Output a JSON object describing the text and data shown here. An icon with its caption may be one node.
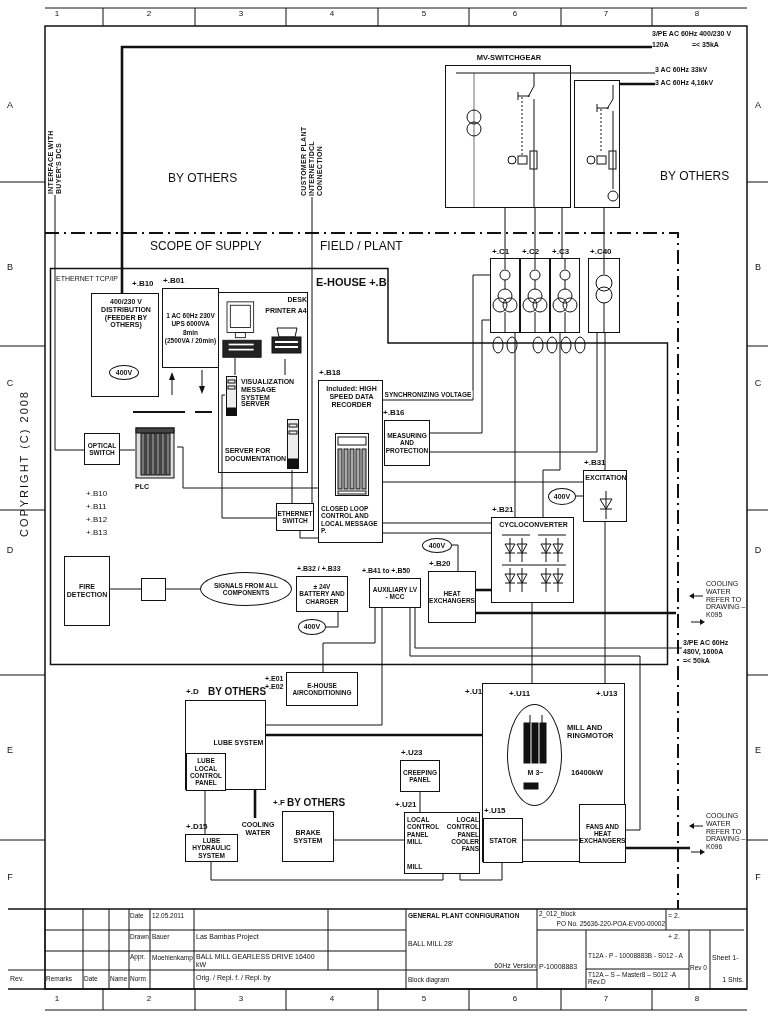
{
  "diagram": {
    "nodes": [
      {
        "text": [
          "MV-SWITCHGEAR"
        ]
      },
      {
        "text": [],
        "shape": "box"
      },
      {
        "text": [
          "+.C1"
        ]
      },
      {
        "text": [
          "+.C2"
        ]
      },
      {
        "text": [
          "+.C3"
        ]
      },
      {
        "text": [
          "+.C40"
        ]
      },
      {
        "text": [
          "E-HOUSE +.B"
        ]
      },
      {
        "text": [
          "DESK"
        ],
        "in": 6
      },
      {
        "text": [
          "+.B01",
          "1 AC 60Hz 230V",
          "UPS 6000VA",
          "8min",
          "(2500VA / 20min)"
        ],
        "in": 6
      },
      {
        "text": [
          "+.B10",
          "400/230 V DISTRIBUTION (FEEDER BY OTHERS)"
        ],
        "in": 6
      },
      {
        "text": [
          "400V"
        ],
        "in": 9
      },
      {
        "text": [
          "OPTICAL SWITCH"
        ],
        "in": 6
      },
      {
        "text": [
          "PLC"
        ],
        "in": 6
      },
      {
        "text": [],
        "shape": "picture",
        "in": 7
      },
      {
        "text": [
          "VISUALIZATION MESSAGE SYSTEM",
          "SERVER"
        ],
        "in": 7
      },
      {
        "text": [
          "PRINTER A4"
        ],
        "in": 7
      },
      {
        "text": [
          "SERVER FOR DOCUMENTATION"
        ],
        "in": 7
      },
      {
        "text": [
          "ETHERNET SWITCH"
        ],
        "in": 6
      },
      {
        "text": [
          "+.B18",
          "Included: HIGH SPEED DATA RECORDER",
          "CLOSED LOOP CONTROL AND LOCAL MESSAGE P."
        ],
        "in": 6
      },
      {
        "text": [
          "+.B16",
          "MEASURING AND PROTECTION"
        ],
        "in": 6
      },
      {
        "text": [
          "+.B31",
          "EXCITATION"
        ],
        "in": 6
      },
      {
        "text": [
          "400V"
        ],
        "in": 6
      },
      {
        "text": [
          "+.B21",
          "CYCLOCONVERTER"
        ],
        "in": 6
      },
      {
        "text": [
          "400V"
        ],
        "in": 6
      },
      {
        "text": [
          "+.B20",
          "HEAT EXCHANGERS"
        ],
        "in": 6
      },
      {
        "text": [
          "+.B41 to +.B50",
          "AUXILIARY LV - MCC"
        ],
        "in": 6
      },
      {
        "text": [
          "+.B32 / +.B33",
          "± 24V BATTERY AND CHARGER"
        ],
        "in": 6
      },
      {
        "text": [
          "400V"
        ],
        "in": 6
      },
      {
        "text": [
          "SIGNALS FROM ALL COMPONENTS"
        ],
        "in": 6
      },
      {
        "text": [],
        "shape": "box",
        "in": 6
      },
      {
        "text": [
          "FIRE DETECTION"
        ],
        "in": 6
      },
      {
        "text": [
          "+.E01 +.E02",
          "E-HOUSE AIRCONDITIONING"
        ]
      },
      {
        "text": [
          "+.D",
          "BY OTHERS",
          "LUBE SYSTEM"
        ]
      },
      {
        "text": [
          "LUBE LOCAL CONTROL PANEL"
        ],
        "in": 32
      },
      {
        "text": [
          "+.D15",
          "LUBE HYDRAULIC SYSTEM"
        ]
      },
      {
        "text": [
          "COOLING WATER"
        ]
      },
      {
        "text": [
          "+.F",
          "BY OTHERS",
          "BRAKE SYSTEM"
        ]
      },
      {
        "text": [
          "+.U23",
          "CREEPING PANEL"
        ]
      },
      {
        "text": [
          "+.U21",
          "LOCAL CONTROL PANEL MILL",
          "LOCAL CONTROL PANEL COOLER FANS",
          "MILL"
        ]
      },
      {
        "text": [
          "+.U1",
          "+.U11",
          "+.U13",
          "MILL AND RINGMOTOR",
          "16400kW"
        ]
      },
      {
        "text": [
          "M 3~"
        ],
        "in": 39
      },
      {
        "text": [
          "+.U15",
          "STATOR"
        ],
        "in": 39
      },
      {
        "text": [
          "FANS AND HEAT EXCHANGERS"
        ],
        "in": 39
      },
      {
        "text": [
          "INTERFACE WITH BUYER'S DCS"
        ]
      },
      {
        "text": [
          "CUSTOMER PLANT INTERNET/DCL CONNECTION"
        ]
      },
      {
        "text": [
          "3/PE AC 60Hz 400/230 V",
          "120A",
          "=< 35kA"
        ]
      },
      {
        "text": [
          "3 AC 60Hz 33kV"
        ]
      },
      {
        "text": [
          "3 AC 60Hz 4,16kV"
        ]
      },
      {
        "text": [
          "3/PE AC 60Hz",
          "480V, 1600A",
          "=< 50kA"
        ]
      }
    ],
    "edges": [
      {
        "from": 46,
        "to": 0,
        "arrow": "none"
      },
      {
        "from": 47,
        "to": 1,
        "arrow": "none",
        "style": "thick"
      },
      {
        "from": 9,
        "to": 45,
        "arrow": "none",
        "style": "thick"
      },
      {
        "from": 0,
        "to": 2,
        "arrow": "none"
      },
      {
        "from": 0,
        "to": 3,
        "arrow": "none"
      },
      {
        "from": 0,
        "to": 4,
        "arrow": "none"
      },
      {
        "from": 1,
        "to": 5,
        "arrow": "none"
      },
      {
        "from": 2,
        "to": 22,
        "arrow": "none"
      },
      {
        "from": 4,
        "to": 22,
        "arrow": "none"
      },
      {
        "from": 5,
        "to": 20,
        "arrow": "none"
      },
      {
        "from": 18,
        "to": 2,
        "arrow": "none",
        "label": "SYNCHRONIZING VOLTAGE"
      },
      {
        "from": 19,
        "to": 2,
        "arrow": "none"
      },
      {
        "from": 19,
        "to": 5,
        "arrow": "none"
      },
      {
        "from": 18,
        "to": 20,
        "arrow": "none"
      },
      {
        "from": 21,
        "to": 20,
        "arrow": "none"
      },
      {
        "from": 18,
        "to": 22,
        "arrow": "none"
      },
      {
        "from": 18,
        "to": 22,
        "arrow": "none"
      },
      {
        "from": 23,
        "to": 24,
        "arrow": "none"
      },
      {
        "from": 24,
        "to": 22,
        "arrow": "none",
        "style": "thick"
      },
      {
        "from": 24,
        "to": null,
        "arrow": "none",
        "style": "thick"
      },
      {
        "from": 25,
        "to": 48,
        "arrow": "none"
      },
      {
        "from": 25,
        "to": 31,
        "arrow": "none"
      },
      {
        "from": 25,
        "to": 32,
        "arrow": "none"
      },
      {
        "from": 25,
        "to": 42,
        "arrow": "none"
      },
      {
        "from": 27,
        "to": 26,
        "arrow": "none"
      },
      {
        "from": 29,
        "to": 28,
        "arrow": "none"
      },
      {
        "from": 30,
        "to": 29,
        "arrow": "none"
      },
      {
        "from": 11,
        "to": 12,
        "arrow": "none"
      },
      {
        "from": 12,
        "to": 18,
        "arrow": "none"
      },
      {
        "from": 14,
        "to": 17,
        "arrow": "none"
      },
      {
        "from": 16,
        "to": 17,
        "arrow": "none"
      },
      {
        "from": 17,
        "to": 18,
        "arrow": "none"
      },
      {
        "from": 15,
        "to": 14,
        "arrow": "none"
      },
      {
        "from": 13,
        "to": 14,
        "arrow": "none"
      },
      {
        "from": 11,
        "to": 43,
        "arrow": "none"
      },
      {
        "from": 17,
        "to": 44,
        "arrow": "none"
      },
      {
        "from": 32,
        "to": 39,
        "arrow": "none",
        "style": "thick"
      },
      {
        "from": 32,
        "to": 35,
        "arrow": "none",
        "style": "thick"
      },
      {
        "from": 33,
        "to": 34,
        "arrow": "none"
      },
      {
        "from": 36,
        "to": 38,
        "arrow": "none"
      },
      {
        "from": 37,
        "to": 38,
        "arrow": "none"
      },
      {
        "from": 41,
        "to": 42,
        "arrow": "none"
      },
      {
        "from": 42,
        "to": null,
        "arrow": "none",
        "style": "thick"
      },
      {
        "from": 22,
        "to": 39,
        "arrow": "none"
      },
      {
        "from": 20,
        "to": 39,
        "arrow": "none"
      },
      {
        "from": 34,
        "to": 38,
        "arrow": "none"
      },
      {
        "from": 38,
        "to": 41,
        "arrow": "none"
      }
    ],
    "labels": [
      "1",
      "2",
      "3",
      "4",
      "5",
      "6",
      "7",
      "8",
      "A",
      "B",
      "C",
      "D",
      "E",
      "F",
      "A",
      "B",
      "C",
      "D",
      "E",
      "F",
      "COPYRIGHT (C) 2008",
      "BY OTHERS",
      "BY OTHERS",
      "SCOPE OF SUPPLY",
      "FIELD / PLANT",
      "ETHERNET TCP/IP",
      "+.B10",
      "+.B11",
      "+.B12",
      "+.B13",
      "COOLING WATER REFER TO DRAWING – K095",
      "COOLING WATER REFER TO DRAWING – K096",
      "Date",
      "12.05.2011",
      "GENERAL PLANT CONFIGURATION",
      "2_012_block",
      "PO No. 25636-220-POA-EV00-00002",
      "= 2.",
      "Drawn",
      "Bauer",
      "Las Bambas Project",
      "+ 2.",
      "Appr.",
      "Moehlenkamp",
      "BALL MILL GEARLESS DRIVE 16400 kW",
      "BALL MILL 28'",
      "T12A - P - 10008883B - S012 - A",
      "60Hz Version",
      "P-10008883",
      "Rev 0",
      "Sheet 1-",
      "Rev.",
      "Remarks",
      "Date",
      "Name",
      "Norm",
      "Orig. / Repl. f. / Repl. by",
      "Block diagram",
      "T12A – S – Master8 – S012 -A Rev.D",
      "1 Shts.",
      "1",
      "2",
      "3",
      "4",
      "5",
      "6",
      "7",
      "8"
    ]
  }
}
